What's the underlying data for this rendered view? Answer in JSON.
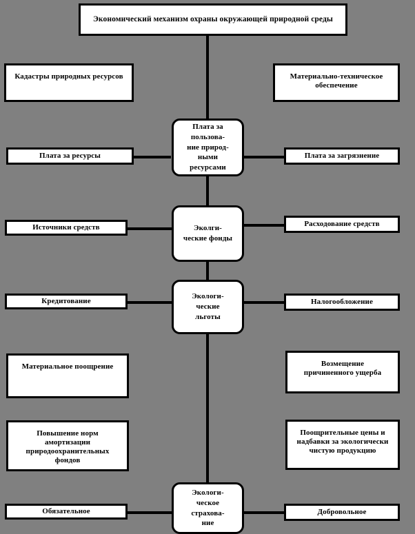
{
  "diagram": {
    "title": "Экономический механизм охраны окружающей природной среды",
    "background_color": "#808080",
    "box_fill_color": "#ffffff",
    "line_color": "#000000",
    "text_color": "#000000",
    "header": {
      "label": "Экономический механизм охраны окружающей природной среды"
    },
    "top_row": {
      "left": {
        "label": "Кадастры природных ресурсов"
      },
      "right": {
        "label": "Материально-техническое обеспечение"
      }
    },
    "levels": [
      {
        "center": {
          "label": "Плата за\nпользова-\nние природ-\nными\nресурсами"
        },
        "left": {
          "label": "Плата за ресурсы"
        },
        "right": {
          "label": "Плата за загрязнение"
        }
      },
      {
        "center": {
          "label": "Эколги-\nческие фонды"
        },
        "left": {
          "label": "Источники средств"
        },
        "right": {
          "label": "Расходование  средств"
        }
      },
      {
        "center": {
          "label": "Экологи-\nческие\nльготы"
        },
        "left": {
          "label": "Кредитование"
        },
        "right": {
          "label": "Налогообложение"
        }
      },
      {
        "center": {
          "label": "Экологи-\nческое\nстрахова-\nние"
        },
        "left": {
          "label": "Обязательное"
        },
        "right": {
          "label": "Добровольное"
        }
      }
    ],
    "extra_boxes": {
      "material_incentive": {
        "label": "Материальное поощрение"
      },
      "damage_compensation": {
        "label": "Возмещение\nпричиненного ущерба"
      },
      "depreciation_increase": {
        "label": "Повышение норм\nамортизации\nприродоохранительных\nфондов"
      },
      "incentive_prices": {
        "label": "Поощрительные цены и\nнадбавки за экологически\nчистую продукцию"
      }
    }
  }
}
